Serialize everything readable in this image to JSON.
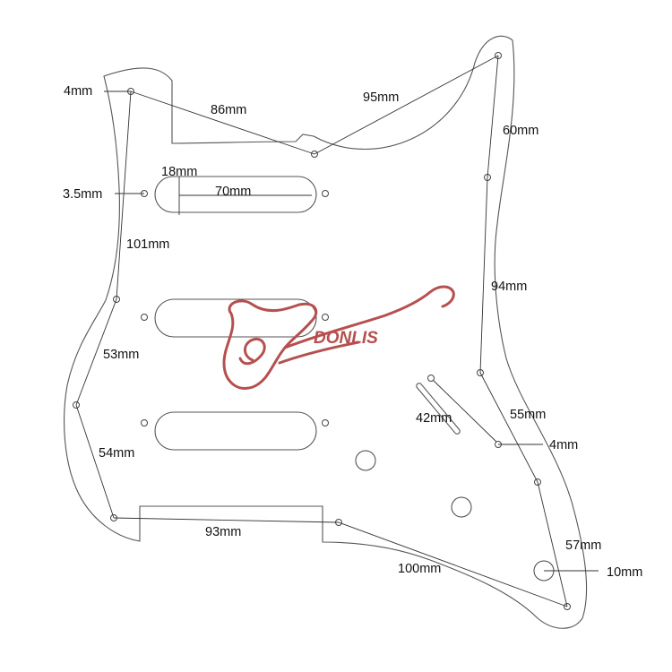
{
  "diagram": {
    "labels": {
      "screw_top_left": "4mm",
      "top_left_span": "86mm",
      "top_right_span": "95mm",
      "right_upper_span": "60mm",
      "pickup_width": "18mm",
      "pickup_length": "70mm",
      "pickup_screw": "3.5mm",
      "left_upper_span": "101mm",
      "right_mid_span": "94mm",
      "left_mid_span": "53mm",
      "slot_length": "42mm",
      "right_lower_span": "55mm",
      "screw_right": "4mm",
      "left_lower_span": "54mm",
      "bottom_span": "93mm",
      "right_bottom_span": "57mm",
      "bottom_right_span": "100mm",
      "jack_hole": "10mm"
    },
    "logo": {
      "text": "DONLIS",
      "color": "#b5504f"
    }
  }
}
